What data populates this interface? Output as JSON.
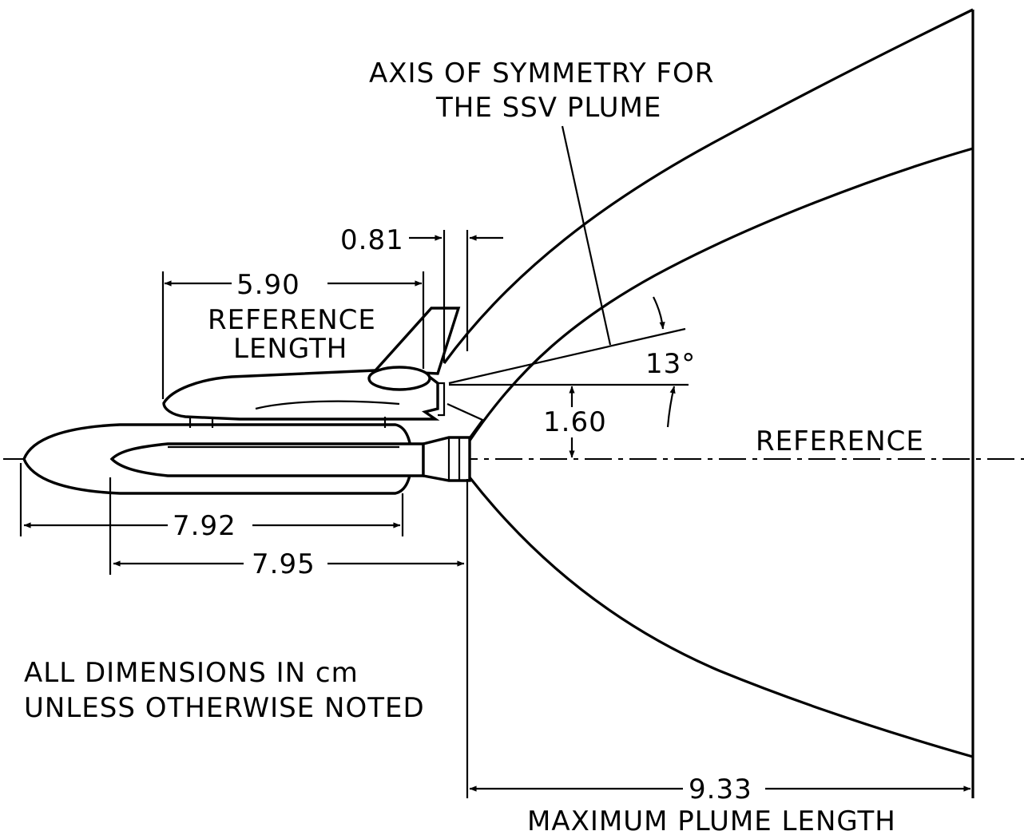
{
  "labels": {
    "axis_line1": "AXIS OF SYMMETRY FOR",
    "axis_line2": "THE SSV PLUME",
    "dim_081": "0.81",
    "dim_590": "5.90",
    "ref_length_line1": "REFERENCE",
    "ref_length_line2": "LENGTH",
    "angle": "13°",
    "dim_160": "1.60",
    "reference": "REFERENCE",
    "dim_792": "7.92",
    "dim_795": "7.95",
    "units_line1": "ALL DIMENSIONS IN cm",
    "units_line2": "UNLESS OTHERWISE NOTED",
    "dim_933": "9.33",
    "max_plume": "MAXIMUM PLUME LENGTH"
  }
}
